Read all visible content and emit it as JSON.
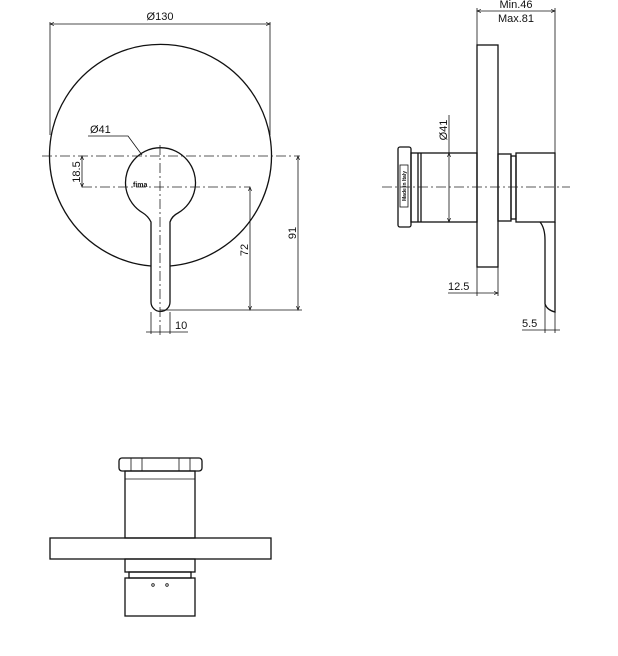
{
  "front_view": {
    "dim_plate_diameter": "Ø130",
    "dim_handle_diameter": "Ø41",
    "dim_offset": "18.5",
    "dim_lever_length": "72",
    "dim_total_height": "91",
    "dim_lever_width": "10",
    "logo": "fima"
  },
  "side_view": {
    "dim_depth_min": "Min.46",
    "dim_depth_max": "Max.81",
    "dim_body_diameter": "Ø41",
    "dim_plate_thickness": "12.5",
    "dim_lever_thickness": "5.5",
    "nut_marking": "Made in Italy"
  }
}
